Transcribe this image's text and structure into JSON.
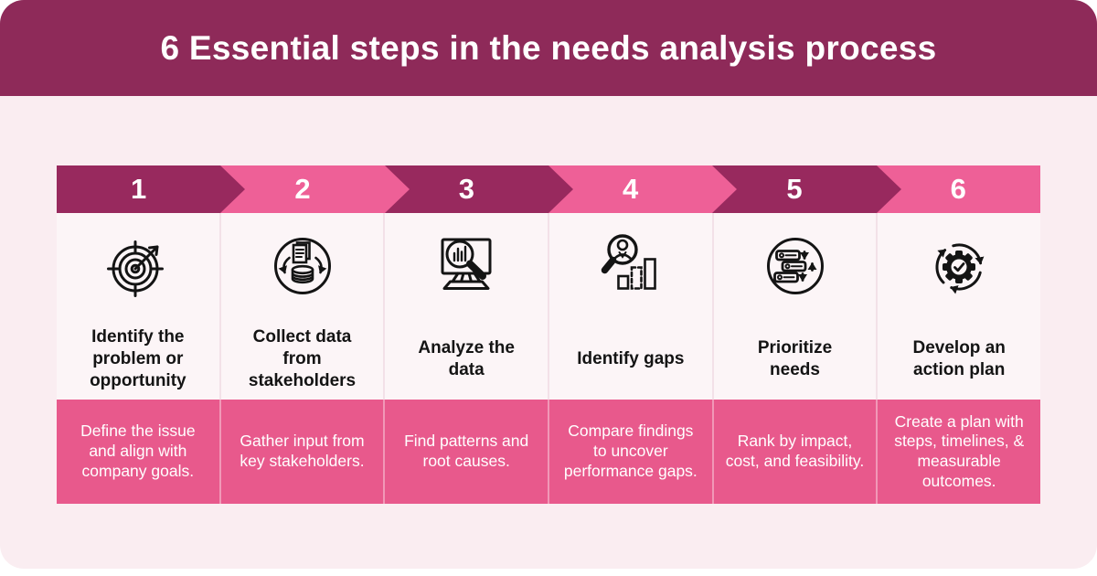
{
  "page": {
    "background": "#FFFFFF",
    "card_background": "#FAEDF1"
  },
  "header": {
    "title": "6 Essential steps in the needs analysis process",
    "background": "#8E2A59",
    "text_color": "#FFFFFF"
  },
  "process": {
    "colors": {
      "dark_arrow": "#98295E",
      "pink_arrow": "#EE6097",
      "cell_background": "#FCF5F7",
      "description_background": "#E8598C",
      "description_text": "#FFFFFF",
      "title_text": "#141414",
      "icon_stroke": "#141414"
    },
    "steps": [
      {
        "number": "1",
        "variant": "dark",
        "icon": "target-arrow-icon",
        "title": "Identify the problem or opportunity",
        "description": "Define the issue and align with company goals."
      },
      {
        "number": "2",
        "variant": "pink",
        "icon": "document-database-icon",
        "title": "Collect data from stakeholders",
        "description": "Gather input from key stakeholders."
      },
      {
        "number": "3",
        "variant": "dark",
        "icon": "monitor-magnifier-chart-icon",
        "title": "Analyze the data",
        "description": "Find patterns and root causes."
      },
      {
        "number": "4",
        "variant": "pink",
        "icon": "magnifier-person-bars-icon",
        "title": "Identify gaps",
        "description": "Compare findings to uncover performance gaps."
      },
      {
        "number": "5",
        "variant": "dark",
        "icon": "sort-list-arrows-icon",
        "title": "Prioritize needs",
        "description": "Rank by impact, cost, and feasibility."
      },
      {
        "number": "6",
        "variant": "pink",
        "icon": "gear-cycle-check-icon",
        "title": "Develop an action plan",
        "description": "Create a plan with steps, timelines, & measurable outcomes."
      }
    ]
  }
}
